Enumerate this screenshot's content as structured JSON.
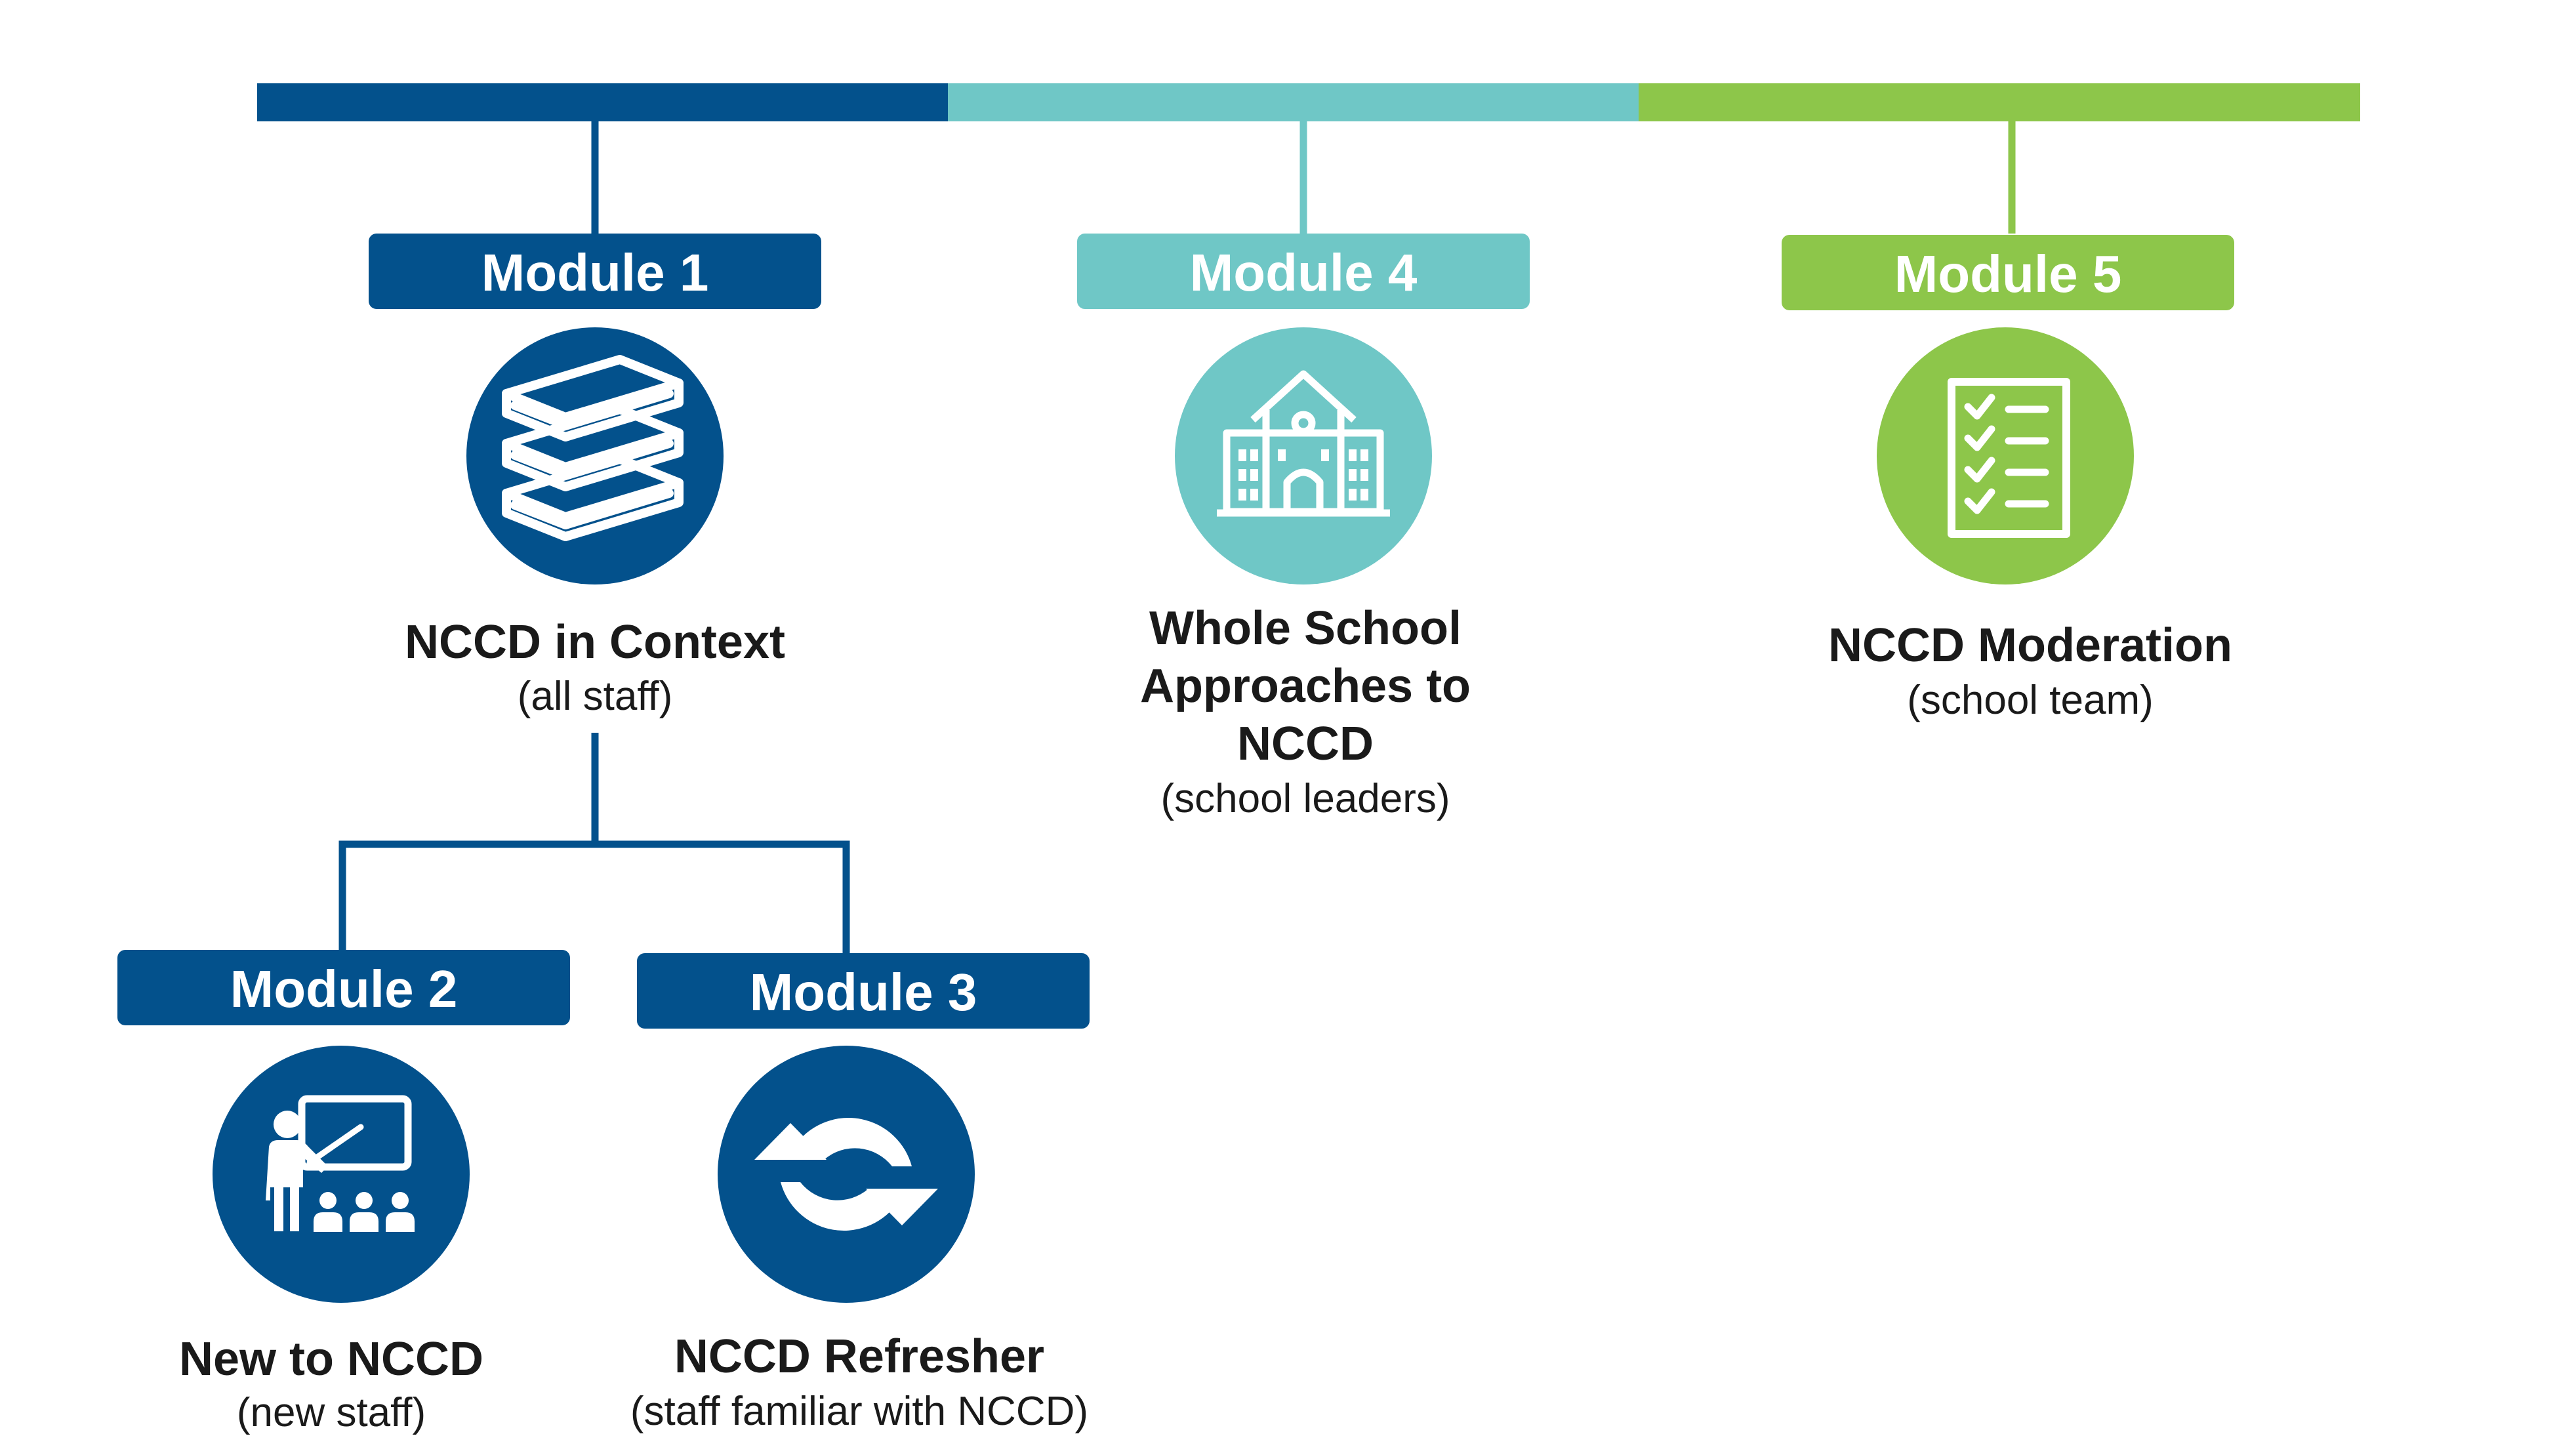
{
  "colors": {
    "dark_blue": "#03518C",
    "teal": "#6FC7C6",
    "green": "#8DC64A"
  },
  "modules": [
    {
      "label": "Module 1",
      "title": "NCCD in Context",
      "subtitle": "(all staff)",
      "color": "#03518C",
      "icon": "books-icon"
    },
    {
      "label": "Module 2",
      "title": "New to NCCD",
      "subtitle": "(new staff)",
      "color": "#03518C",
      "icon": "teacher-presentation-icon"
    },
    {
      "label": "Module 3",
      "title": "NCCD Refresher",
      "subtitle": "(staff familiar with NCCD)",
      "color": "#03518C",
      "icon": "refresh-arrows-icon"
    },
    {
      "label": "Module 4",
      "title_lines": [
        "Whole School",
        "Approaches to",
        "NCCD"
      ],
      "subtitle": "(school leaders)",
      "color": "#6FC7C6",
      "icon": "school-building-icon"
    },
    {
      "label": "Module 5",
      "title": "NCCD Moderation",
      "subtitle": "(school team)",
      "color": "#8DC64A",
      "icon": "checklist-icon"
    }
  ]
}
